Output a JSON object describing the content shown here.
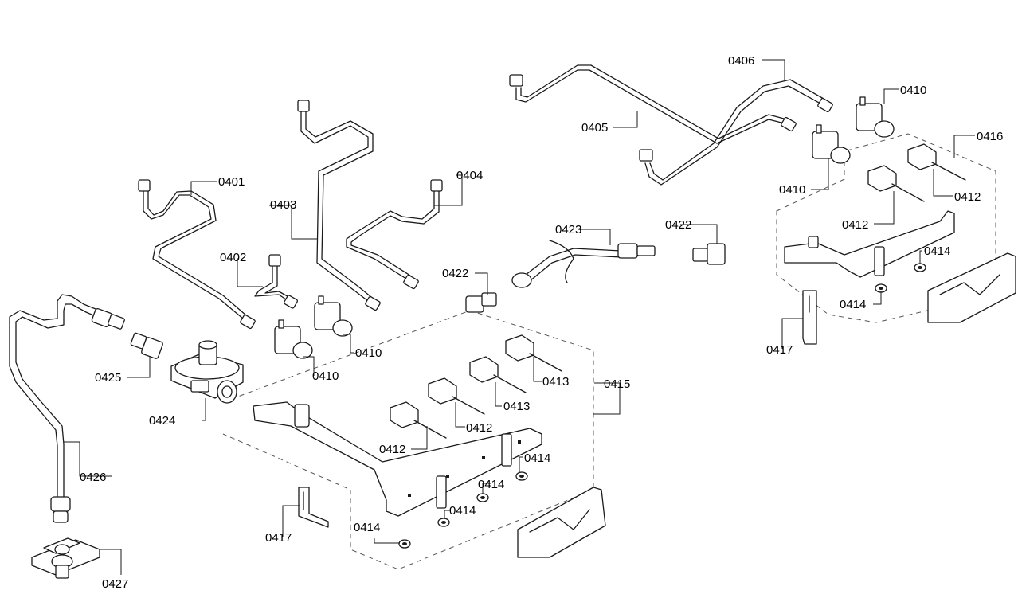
{
  "diagram": {
    "labels": {
      "l0401": "0401",
      "l0402": "0402",
      "l0403": "0403",
      "l0404": "0404",
      "l0405": "0405",
      "l0406": "0406",
      "l0410a": "0410",
      "l0410b": "0410",
      "l0410c": "0410",
      "l0410d": "0410",
      "l0412a": "0412",
      "l0412b": "0412",
      "l0412c": "0412",
      "l0412d": "0412",
      "l0413a": "0413",
      "l0413b": "0413",
      "l0414a": "0414",
      "l0414b": "0414",
      "l0414c": "0414",
      "l0414d": "0414",
      "l0414e": "0414",
      "l0414f": "0414",
      "l0415": "0415",
      "l0416": "0416",
      "l0417a": "0417",
      "l0417b": "0417",
      "l0422a": "0422",
      "l0422b": "0422",
      "l0423": "0423",
      "l0424": "0424",
      "l0425": "0425",
      "l0426": "0426",
      "l0427": "0427"
    }
  }
}
